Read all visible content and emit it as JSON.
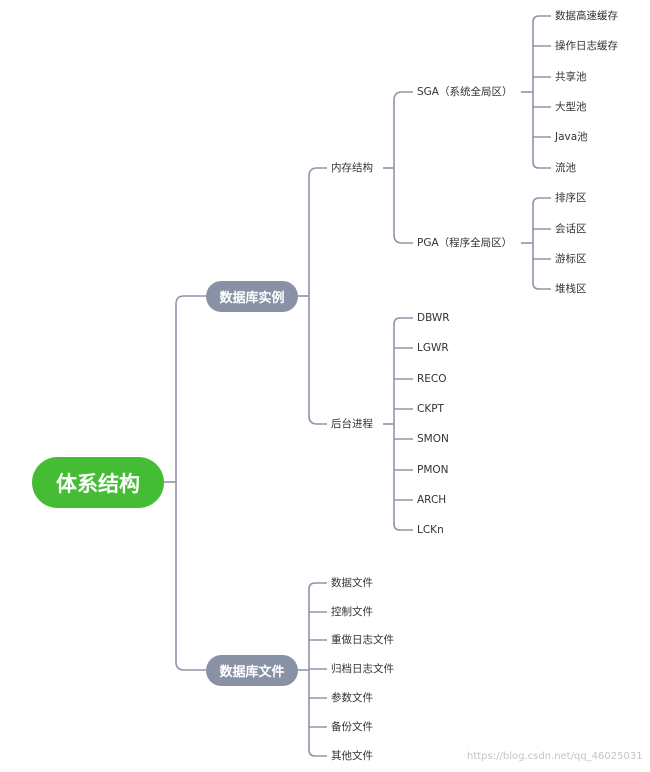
{
  "root": {
    "label": "体系结构"
  },
  "instance": {
    "label": "数据库实例",
    "memory": {
      "label": "内存结构",
      "sga": {
        "label": "SGA（系统全局区）",
        "items": [
          "数据高速缓存",
          "操作日志缓存",
          "共享池",
          "大型池",
          "Java池",
          "流池"
        ]
      },
      "pga": {
        "label": "PGA（程序全局区）",
        "items": [
          "排序区",
          "会话区",
          "游标区",
          "堆栈区"
        ]
      }
    },
    "background": {
      "label": "后台进程",
      "items": [
        "DBWR",
        "LGWR",
        "RECO",
        "CKPT",
        "SMON",
        "PMON",
        "ARCH",
        "LCKn"
      ]
    }
  },
  "files": {
    "label": "数据库文件",
    "items": [
      "数据文件",
      "控制文件",
      "重做日志文件",
      "归档日志文件",
      "参数文件",
      "备份文件",
      "其他文件"
    ]
  },
  "watermark": "https://blog.csdn.net/qq_46025031",
  "colors": {
    "root": "#44bd35",
    "branch": "#8992a5",
    "line": "#8d95a8"
  }
}
